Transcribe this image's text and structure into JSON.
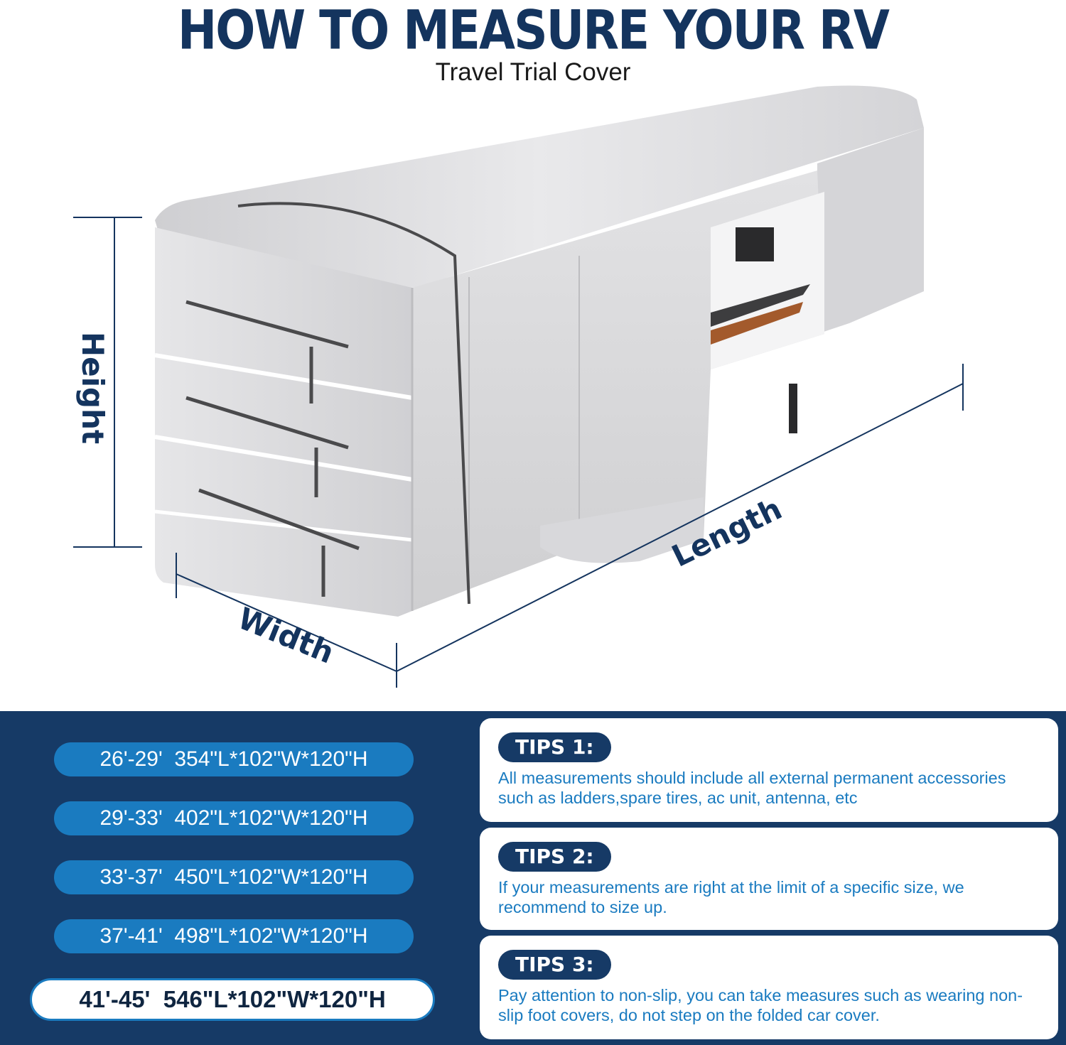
{
  "header": {
    "title": "HOW TO MEASURE YOUR RV",
    "subtitle": "Travel Trial Cover"
  },
  "dimensions": {
    "height_label": "Height",
    "width_label": "Width",
    "length_label": "Length"
  },
  "sizes": [
    {
      "label": "26'-29'  354\"L*102\"W*120\"H",
      "selected": false
    },
    {
      "label": "29'-33'  402\"L*102\"W*120\"H",
      "selected": false
    },
    {
      "label": "33'-37'  450\"L*102\"W*120\"H",
      "selected": false
    },
    {
      "label": "37'-41'  498\"L*102\"W*120\"H",
      "selected": false
    },
    {
      "label": "41'-45'  546\"L*102\"W*120\"H",
      "selected": true
    }
  ],
  "tips": [
    {
      "badge": "TIPS 1:",
      "text": "All measurements should include all external permanent accessories such as ladders,spare tires, ac unit, antenna, etc"
    },
    {
      "badge": "TIPS 2:",
      "text": "If your measurements are right at the limit of a specific size, we recommend to size up."
    },
    {
      "badge": "TIPS 3:",
      "text": "Pay attention to non-slip, you can take measures such as wearing non-slip foot covers, do not step on the folded car cover."
    }
  ],
  "colors": {
    "navy": "#163a66",
    "accent_blue": "#1a7bc0",
    "cover_gray": "#d9d9db"
  }
}
